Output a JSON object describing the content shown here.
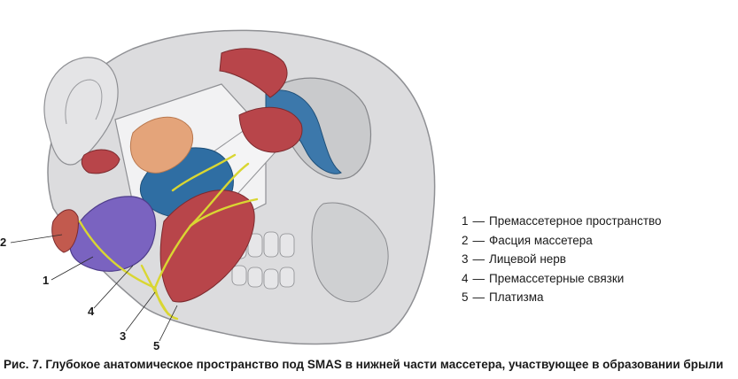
{
  "labels": [
    "1",
    "2",
    "3",
    "4",
    "5"
  ],
  "legend": [
    {
      "num": "1",
      "dash": "—",
      "text": "Премассетерное пространство"
    },
    {
      "num": "2",
      "dash": "—",
      "text": "Фасция массетера"
    },
    {
      "num": "3",
      "dash": "—",
      "text": "Лицевой нерв"
    },
    {
      "num": "4",
      "dash": "—",
      "text": "Премассетерные связки"
    },
    {
      "num": "5",
      "dash": "—",
      "text": "Платизма"
    }
  ],
  "caption": "Рис. 7. Глубокое анатомическое пространство под SMAS в нижней части массетера, участвующее в образовании брыли",
  "colors": {
    "skull": "#d9dadc",
    "skin": "#eeeeef",
    "muscle": "#b8454a",
    "space": "#7a63c0",
    "fat": "#e4a47a",
    "nerve": "#d9d632",
    "gland": "#2f6ea3"
  }
}
